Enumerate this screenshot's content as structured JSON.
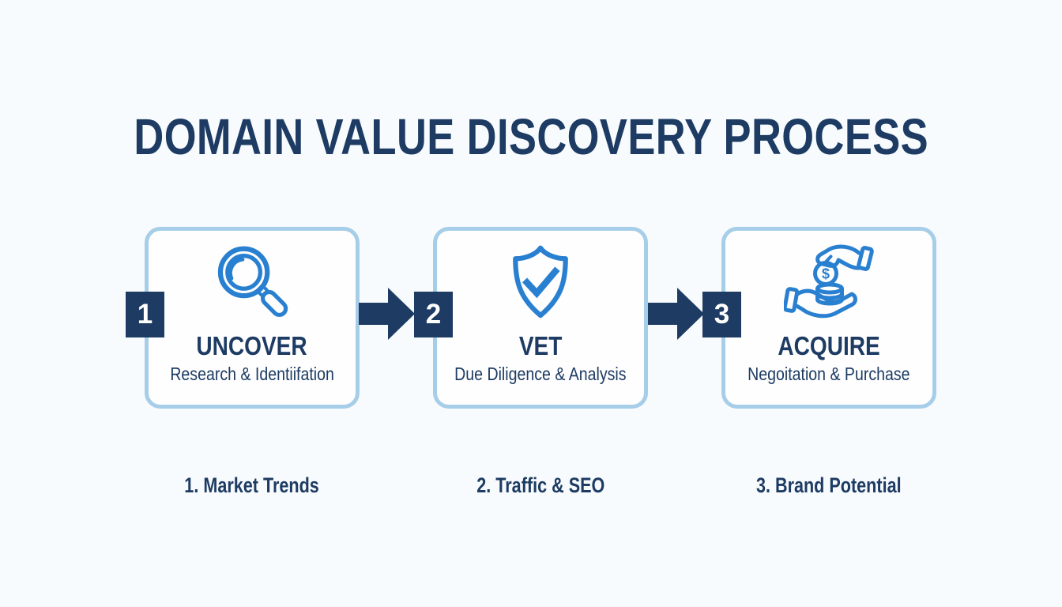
{
  "title": "DOMAIN VALUE DISCOVERY PROCESS",
  "colors": {
    "navy": "#1d3b63",
    "icon-blue": "#2a80d0",
    "card-border": "#a7cee9",
    "page-bg": "#f8fbfd",
    "card-bg": "#fefefe",
    "badge-text": "#ffffff"
  },
  "steps": [
    {
      "number": "1",
      "icon": "magnifier-icon",
      "heading": "UNCOVER",
      "subheading": "Research & Identiifation",
      "footnote": "1. Market Trends"
    },
    {
      "number": "2",
      "icon": "shield-check-icon",
      "heading": "VET",
      "subheading": "Due Diligence & Analysis",
      "footnote": "2. Traffic & SEO"
    },
    {
      "number": "3",
      "icon": "hands-money-icon",
      "heading": "ACQUIRE",
      "subheading": "Negoitation & Purchase",
      "footnote": "3. Brand Potential"
    }
  ]
}
